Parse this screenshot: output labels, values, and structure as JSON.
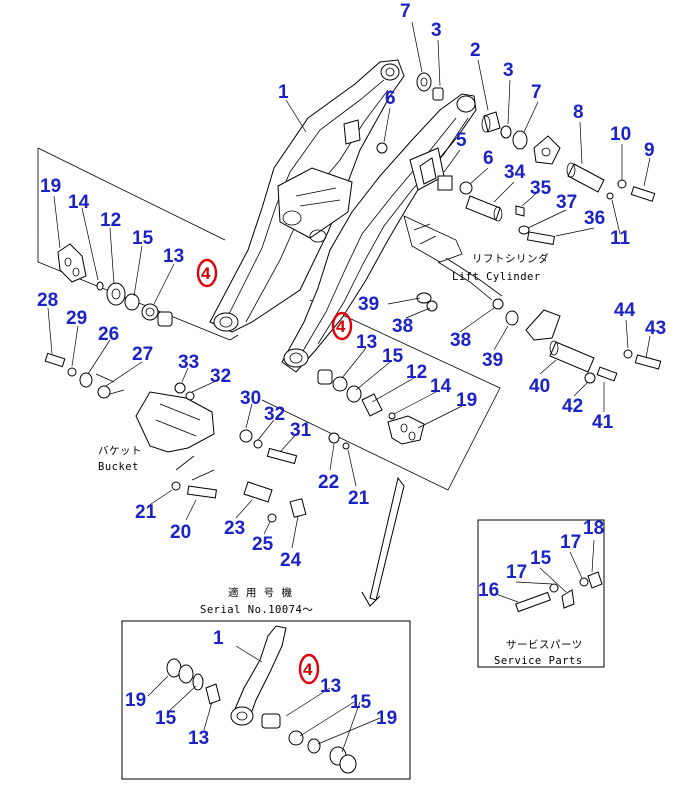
{
  "colors": {
    "callout": "#1a22c8",
    "highlight": "#e0000a",
    "line": "#000000"
  },
  "captions": {
    "lift_cylinder_jp": "リフトシリンダ",
    "lift_cylinder_en": "Lift Cylinder",
    "bucket_jp": "バケット",
    "bucket_en": "Bucket",
    "serial_jp": "適 用 号 機",
    "serial_en": "Serial No.10074～",
    "service_jp": "サービスパーツ",
    "service_en": "Service Parts"
  },
  "callouts": {
    "c7a": "7",
    "c3a": "3",
    "c2": "2",
    "c3b": "3",
    "c7b": "7",
    "c1": "1",
    "c6a": "6",
    "c8": "8",
    "c5": "5",
    "c6b": "6",
    "c10": "10",
    "c9": "9",
    "c34": "34",
    "c35": "35",
    "c37": "37",
    "c36": "36",
    "c11": "11",
    "c19a": "19",
    "c14a": "14",
    "c12a": "12",
    "c15a": "15",
    "c13a": "13",
    "c28": "28",
    "c29": "29",
    "c26": "26",
    "c27": "27",
    "c33": "33",
    "c32a": "32",
    "c39a": "39",
    "c38a": "38",
    "c38b": "38",
    "c39b": "39",
    "c44": "44",
    "c43": "43",
    "c40": "40",
    "c42": "42",
    "c41": "41",
    "c13b": "13",
    "c15b": "15",
    "c12b": "12",
    "c14b": "14",
    "c19b": "19",
    "c30": "30",
    "c32b": "32",
    "c31": "31",
    "c22": "22",
    "c21a": "21",
    "c21b": "21",
    "c20": "20",
    "c23": "23",
    "c25": "25",
    "c24": "24",
    "c18": "18",
    "c17a": "17",
    "c15c": "15",
    "c17b": "17",
    "c16": "16",
    "c1b": "1",
    "c13c": "13",
    "c19c": "19",
    "c15d": "15",
    "c13d": "13",
    "c15e": "15",
    "c19d": "19"
  },
  "highlighted": {
    "h1": "4",
    "h2": "4",
    "h3": "4"
  }
}
